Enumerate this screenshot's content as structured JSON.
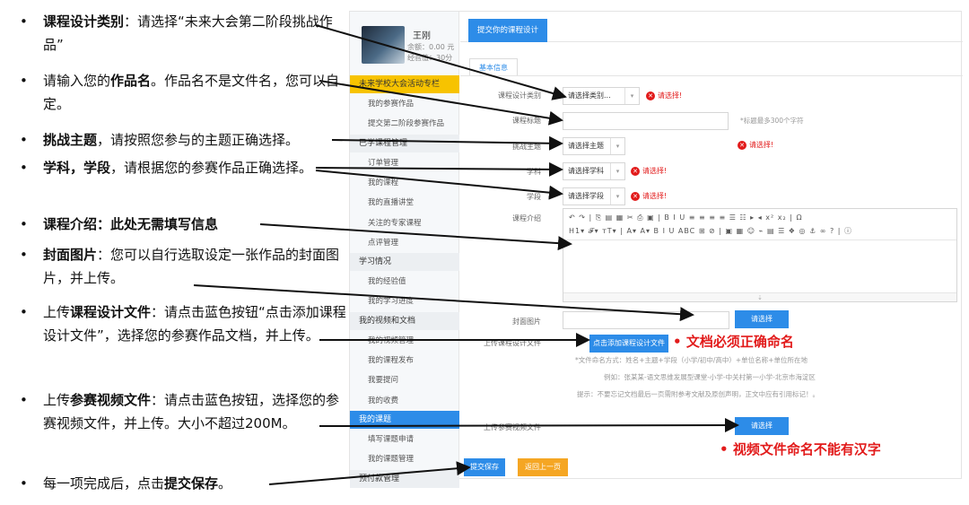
{
  "instructions": [
    {
      "pre": "",
      "bold": "课程设计类别",
      "post": "：请选择“未来大会第二阶段挑战作品”"
    },
    {
      "pre": "请输入您的",
      "bold": "作品名",
      "post": "。作品名不是文件名，您可以自定。"
    },
    {
      "pre": "",
      "bold": "挑战主题",
      "post": "，请按照您参与的主题正确选择。"
    },
    {
      "pre": "",
      "bold": "学科，学段",
      "post": "，请根据您的参赛作品正确选择。"
    },
    {
      "pre": "",
      "bold": "课程介绍：此处无需填写信息",
      "post": ""
    },
    {
      "pre": "",
      "bold": "封面图片",
      "post": "：您可以自行选取设定一张作品的封面图片，并上传。"
    },
    {
      "pre": "上传",
      "bold": "课程设计文件",
      "post": "：请点击蓝色按钮“点击添加课程设计文件”，选择您的参赛作品文档，并上传。"
    },
    {
      "pre": "上传",
      "bold": "参赛视频文件",
      "post": "：请点击蓝色按钮，选择您的参赛视频文件，并上传。大小不超过200M。"
    },
    {
      "pre": "每一项完成后，点击",
      "bold": "提交保存",
      "post": "。"
    }
  ],
  "bullet": "•",
  "user": {
    "name": "王刚",
    "balance": "余额：0.00 元",
    "exp": "经验值：30分"
  },
  "sidebar": {
    "items": [
      {
        "type": "head",
        "style": "yellow",
        "label": "未来学校大会活动专栏"
      },
      {
        "type": "item",
        "label": "我的参赛作品"
      },
      {
        "type": "item",
        "label": "提交第二阶段参赛作品"
      },
      {
        "type": "head",
        "style": "",
        "label": "已学课程管理"
      },
      {
        "type": "item",
        "label": "订单管理"
      },
      {
        "type": "item",
        "label": "我的课程"
      },
      {
        "type": "item",
        "label": "我的直播讲堂"
      },
      {
        "type": "item",
        "label": "关注的专家课程"
      },
      {
        "type": "item",
        "label": "点评管理"
      },
      {
        "type": "head",
        "style": "",
        "label": "学习情况"
      },
      {
        "type": "item",
        "label": "我的经验值"
      },
      {
        "type": "item",
        "label": "我的学习进度"
      },
      {
        "type": "head",
        "style": "",
        "label": "我的视频和文档"
      },
      {
        "type": "item",
        "label": "我的视频管理"
      },
      {
        "type": "item",
        "label": "我的课程发布"
      },
      {
        "type": "item",
        "label": "我要提问"
      },
      {
        "type": "item",
        "label": "我的收费"
      },
      {
        "type": "head",
        "style": "blue",
        "label": "我的课题"
      },
      {
        "type": "item",
        "label": "填写课题申请"
      },
      {
        "type": "item",
        "label": "我的课题管理"
      },
      {
        "type": "head",
        "style": "",
        "label": "预付款管理"
      }
    ]
  },
  "main": {
    "top_tab": "提交你的课程设计",
    "sub_tab": "基本信息",
    "labels": {
      "category": "课程设计类别",
      "title": "课程标题",
      "theme": "挑战主题",
      "subject": "学科",
      "stage": "学段",
      "intro": "课程介绍",
      "cover": "封面图片",
      "design_file": "上传课程设计文件",
      "video_file": "上传参赛视频文件"
    },
    "selects": {
      "category": "请选择类别...",
      "theme": "请选择主题",
      "subject": "请选择学科",
      "stage": "请选择学段"
    },
    "error_text": "请选择!",
    "error_icon": "x-circle-icon",
    "title_hint": "*标题最多300个字符",
    "editor_toolbar_1": "↶ ↷ | ⎘ ▤ ▦ ✂ ⎙ ▣ | B I U ≡ ≡ ≡ ≡ ☰ ☷ ▸ ◂ x² x₂ | Ω",
    "editor_toolbar_2": "H1▾ 𝓕▾ тT▾ | A▾ A▾ B I U ABC ⊞ ⊘ | ▣ ▦ ☺ ⌁ ▤ ☰ ❖ ◎ ⚓ ∞ ? | ⓘ",
    "editor_footer": "⇣",
    "cover_btn": "请选择",
    "design_btn": "点击添加课程设计文件",
    "design_hint_1": "*文件命名方式：姓名+主题+学段（小学/初中/高中）+单位名称+单位所在地",
    "design_hint_2": "例如：张某某-语文思维发展型课堂-小学-中关村第一小学-北京市海淀区",
    "design_hint_3": "提示：不要忘记文档最后一页需附参考文献及原创声明，正文中应有引用标记！。",
    "video_btn": "请选择",
    "submit_btn": "提交保存",
    "back_btn": "返回上一页"
  },
  "notes": {
    "doc_naming": "文档必须正确命名",
    "video_naming": "视频文件命名不能有汉字"
  },
  "colors": {
    "accent_blue": "#2d8ce8",
    "sidebar_yellow": "#f7c300",
    "error_red": "#e21b1b",
    "back_orange": "#f5a623"
  }
}
